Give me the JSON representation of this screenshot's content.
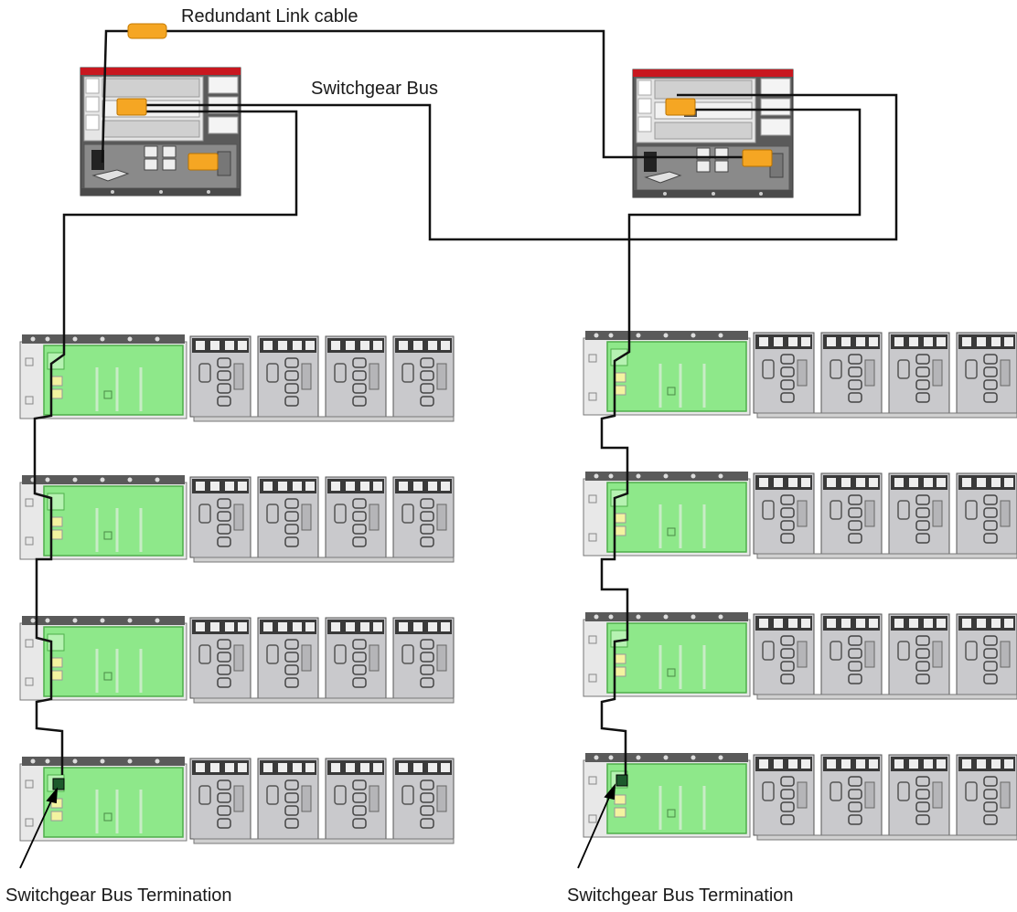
{
  "labels": {
    "redundant_link": "Redundant Link cable",
    "switchgear_bus": "Switchgear Bus",
    "termination_left": "Switchgear Bus Termination",
    "termination_right": "Switchgear Bus Termination"
  },
  "controllers": [
    {
      "name": "controller-left"
    },
    {
      "name": "controller-right"
    }
  ],
  "io_stations": {
    "columns": 2,
    "rows_per_column": 4,
    "modules_per_row": 4
  },
  "colors": {
    "cable": "#111111",
    "connector": "#f5a623",
    "board": "#8ee88a",
    "board_border": "#4fae4b",
    "chassis": "#d7d7d7",
    "module": "#c9c9cc",
    "termination": "#1d5a2c"
  }
}
